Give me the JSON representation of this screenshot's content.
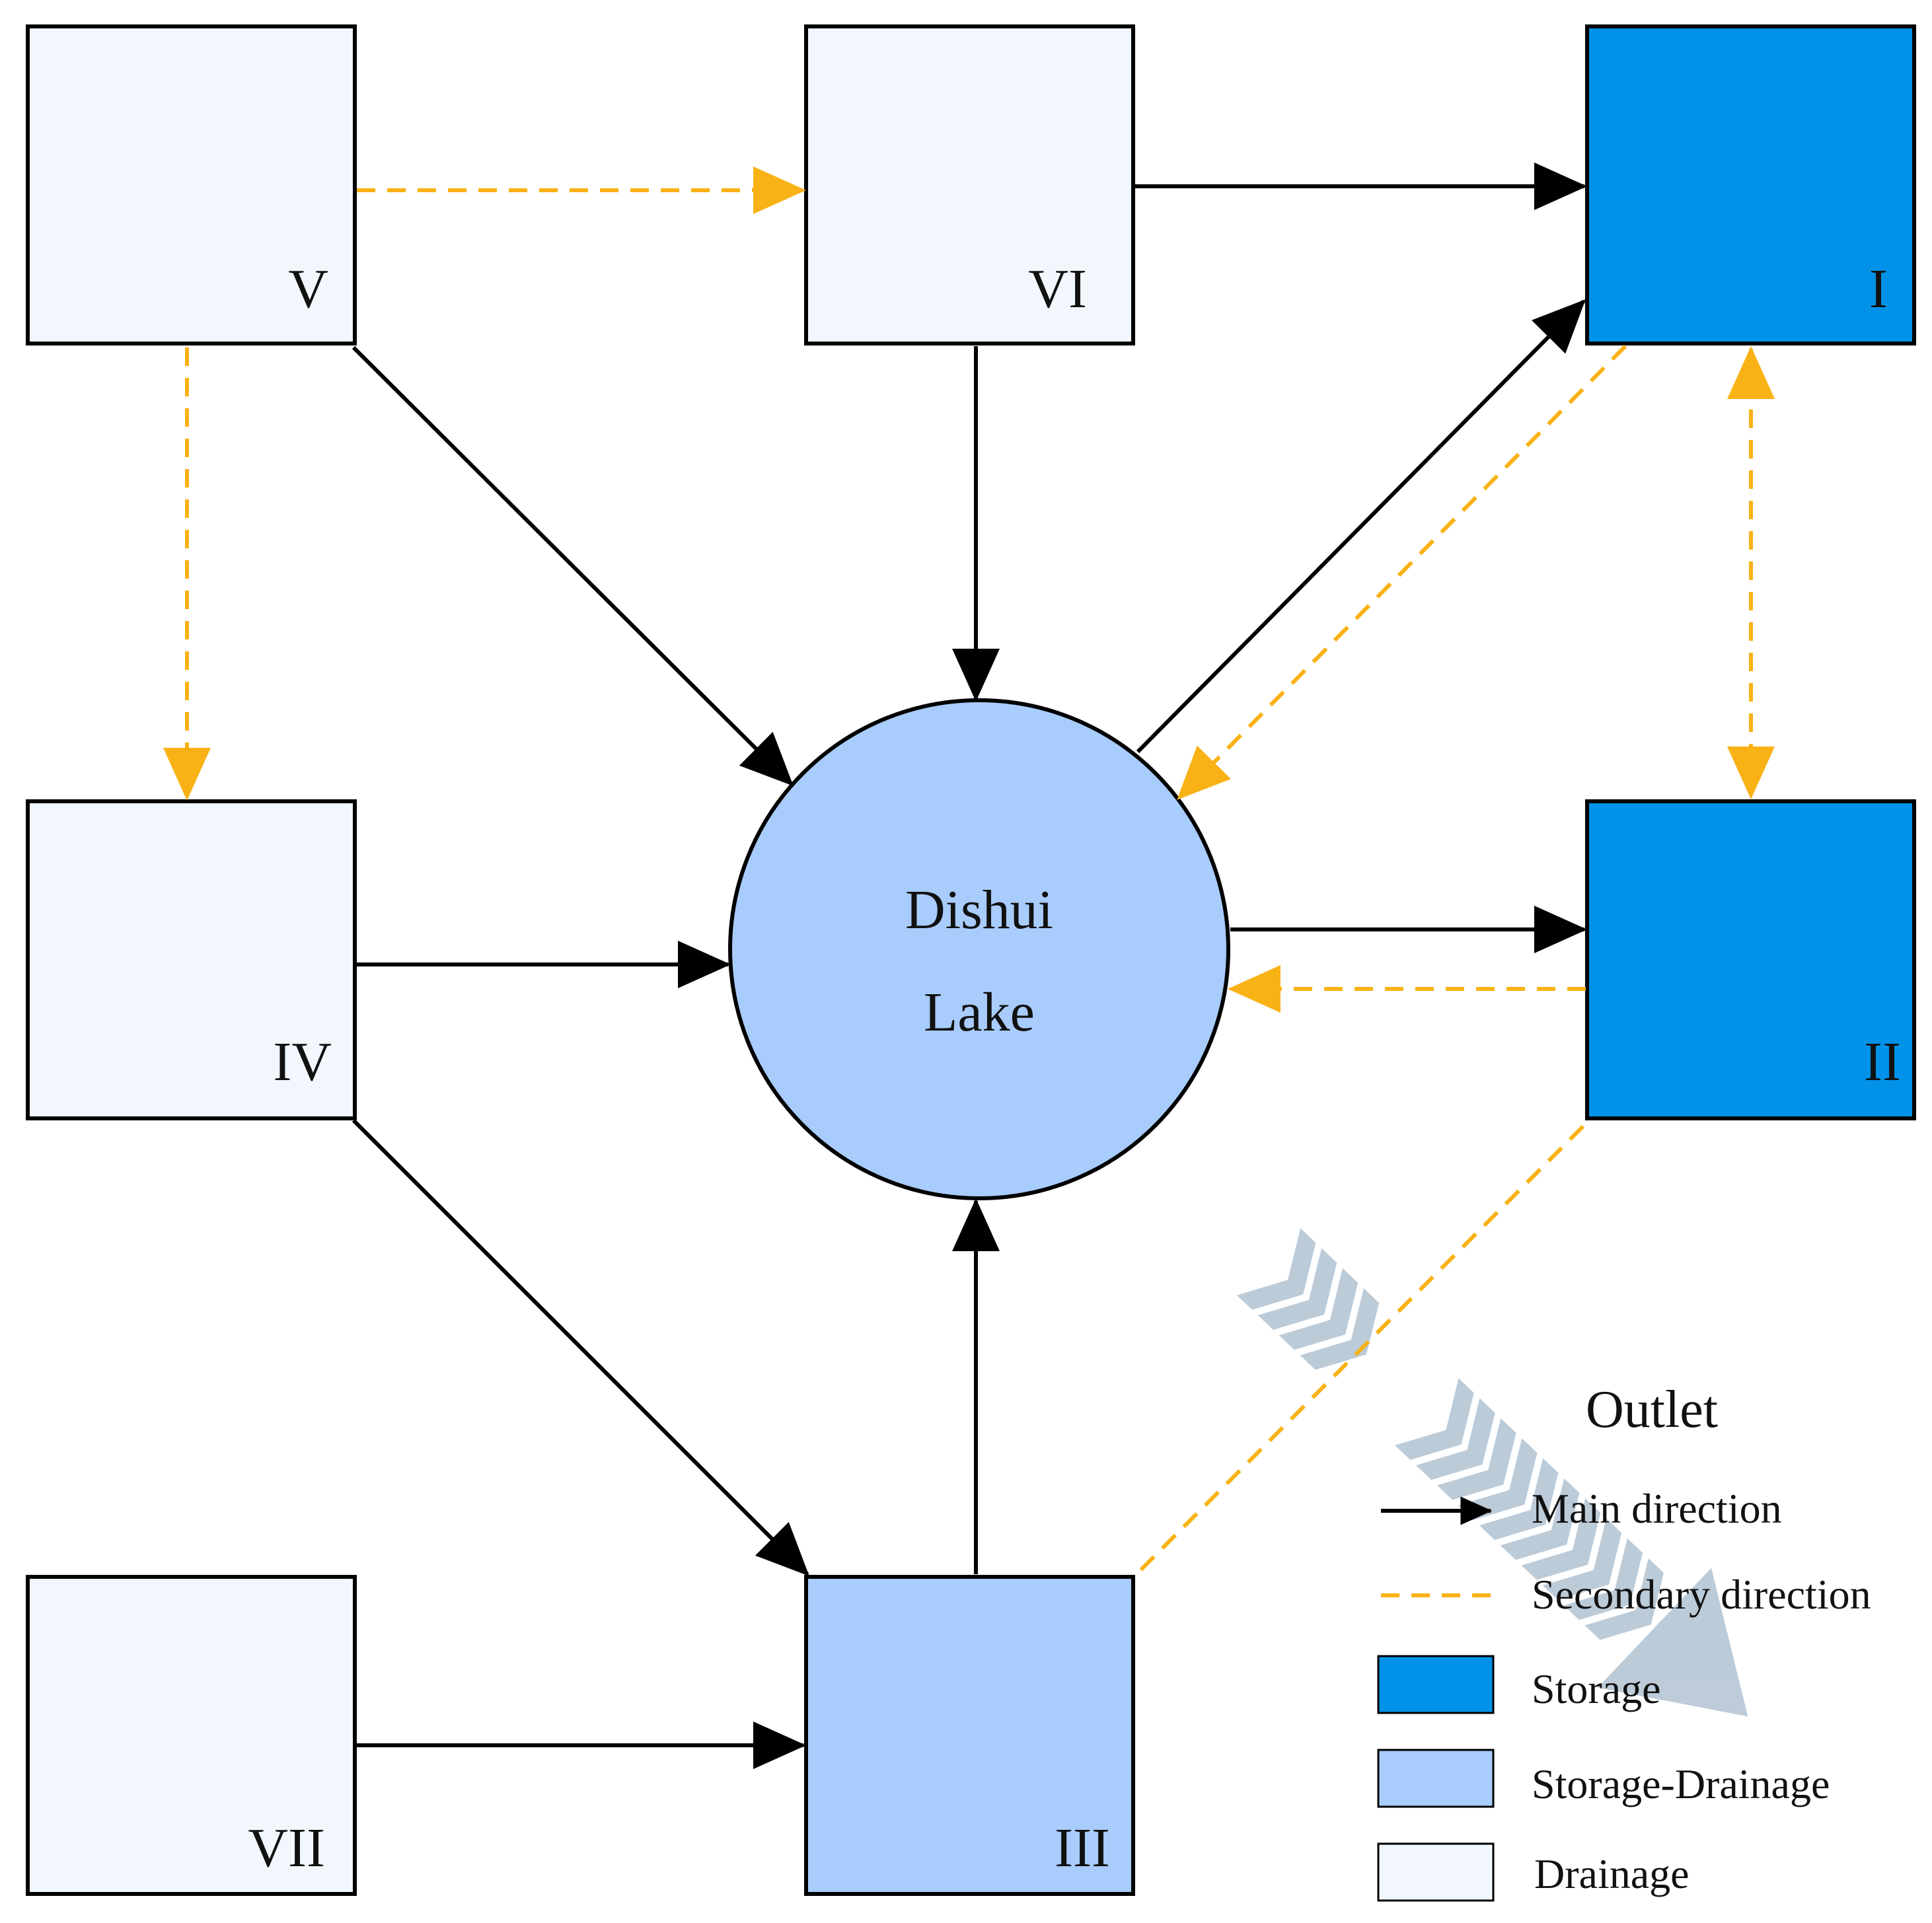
{
  "colors": {
    "storage": "#0092e8",
    "storage_drainage": "#a8ccfb",
    "drainage": "#f1f7fd",
    "main_direction": "#000000",
    "secondary_direction": "#f9b216",
    "outlet_chevrons": "#b9c9d6"
  },
  "zones": {
    "z1": {
      "label": "I",
      "type": "storage"
    },
    "z2": {
      "label": "II",
      "type": "storage"
    },
    "z3": {
      "label": "III",
      "type": "storage_drainage"
    },
    "z4": {
      "label": "IV",
      "type": "drainage"
    },
    "z5": {
      "label": "V",
      "type": "drainage"
    },
    "z6": {
      "label": "VI",
      "type": "drainage"
    },
    "z7": {
      "label": "VII",
      "type": "drainage"
    }
  },
  "lake": {
    "line1": "Dishui",
    "line2": "Lake"
  },
  "flows": [
    {
      "from": "V",
      "to": "VI",
      "kind": "secondary"
    },
    {
      "from": "V",
      "to": "IV",
      "kind": "secondary"
    },
    {
      "from": "V",
      "to": "Dishui Lake",
      "kind": "main"
    },
    {
      "from": "VI",
      "to": "I",
      "kind": "main"
    },
    {
      "from": "VI",
      "to": "Dishui Lake",
      "kind": "main"
    },
    {
      "from": "Dishui Lake",
      "to": "I",
      "kind": "main"
    },
    {
      "from": "I",
      "to": "Dishui Lake",
      "kind": "secondary"
    },
    {
      "from": "I",
      "to": "II",
      "kind": "secondary",
      "bidirectional": true
    },
    {
      "from": "Dishui Lake",
      "to": "II",
      "kind": "main"
    },
    {
      "from": "II",
      "to": "Dishui Lake",
      "kind": "secondary"
    },
    {
      "from": "IV",
      "to": "Dishui Lake",
      "kind": "main"
    },
    {
      "from": "IV",
      "to": "III",
      "kind": "main"
    },
    {
      "from": "III",
      "to": "Dishui Lake",
      "kind": "main"
    },
    {
      "from": "VII",
      "to": "III",
      "kind": "main"
    },
    {
      "from": "II",
      "to": "III",
      "kind": "secondary",
      "arrowhead": false
    }
  ],
  "outlet": {
    "label": "Outlet"
  },
  "legend": {
    "main": "Main direction",
    "secondary": "Secondary direction",
    "storage": "Storage",
    "storage_drainage": "Storage-Drainage",
    "drainage": "Drainage"
  }
}
